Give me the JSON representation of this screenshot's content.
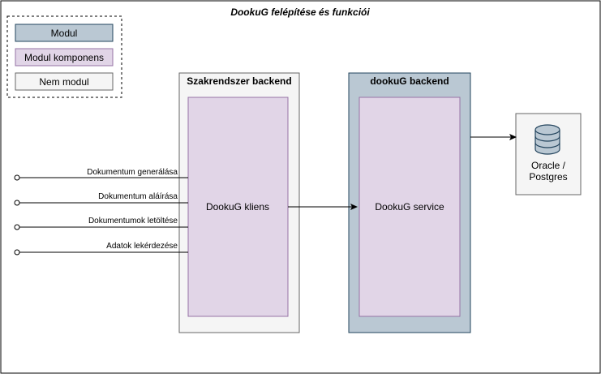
{
  "diagram": {
    "title": "DookuG felépítése és funkciói",
    "legend": {
      "items": [
        {
          "label": "Modul",
          "fill": "#bac8d3"
        },
        {
          "label": "Modul komponens",
          "fill": "#e1d5e7"
        },
        {
          "label": "Nem modul",
          "fill": "#f5f5f5"
        }
      ]
    },
    "containers": {
      "szakrendszer": {
        "title": "Szakrendszer backend",
        "component": "DookuG kliens"
      },
      "dookug": {
        "title": "dookuG backend",
        "component": "DookuG service"
      }
    },
    "database": {
      "line1": "Oracle /",
      "line2": "Postgres",
      "icon": "database-icon"
    },
    "inputs": [
      "Dokumentum generálása",
      "Dokumentum aláírása",
      "Dokumentumok letöltése",
      "Adatok lekérdezése"
    ],
    "colors": {
      "module": "#bac8d3",
      "module_component": "#e1d5e7",
      "module_component_border": "#9673a6",
      "non_module": "#f5f5f5",
      "module_border": "#23445d",
      "line": "#000000"
    }
  }
}
